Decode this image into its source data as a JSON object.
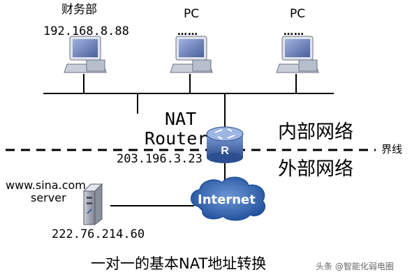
{
  "pcs": [
    {
      "title": "财务部",
      "ip": "192.168.8.88"
    },
    {
      "title": "PC",
      "ip": "……"
    },
    {
      "title": "PC",
      "ip": "……"
    }
  ],
  "router": {
    "line1": "NAT",
    "line2": "Router",
    "ip": "203.196.3.23"
  },
  "zones": {
    "inside": "内部网络",
    "outside": "外部网络",
    "boundary": "界线"
  },
  "internet": "Internet",
  "server": {
    "line1": "www.sina.com",
    "line2": "server",
    "ip": "222.76.214.60"
  },
  "caption": "一对一的基本NAT地址转换",
  "watermark": "头条 @智能化弱电圈",
  "colors": {
    "router_blue": "#3b5fa3",
    "cloud_blue": "#2a5ea8",
    "cable": "#000000",
    "monitor_screen": "#5a6fa8"
  }
}
